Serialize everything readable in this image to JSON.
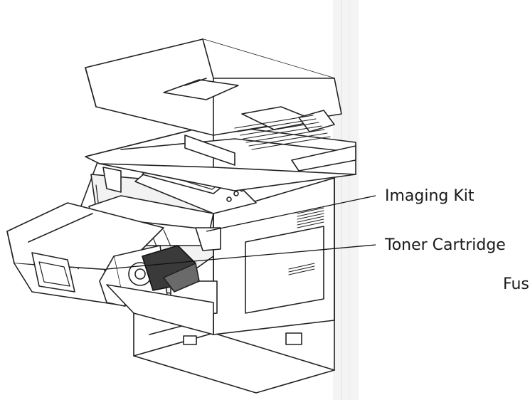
{
  "diagram": {
    "callouts": [
      {
        "id": "imaging-kit",
        "label": "Imaging Kit"
      },
      {
        "id": "toner-cartridge",
        "label": "Toner Cartridge"
      },
      {
        "id": "fuser",
        "label": "Fus"
      }
    ]
  }
}
